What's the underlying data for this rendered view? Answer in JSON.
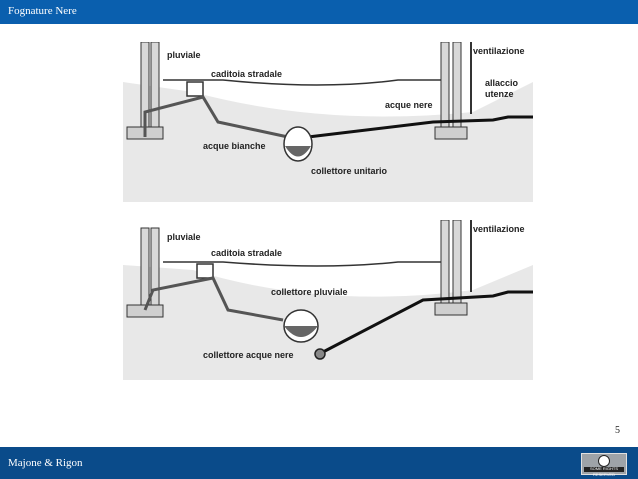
{
  "header": {
    "title": "Fognature Nere"
  },
  "diagram_top": {
    "labels": {
      "pluviale": "pluviale",
      "caditoia": "caditoia stradale",
      "ventilazione": "ventilazione",
      "allaccio1": "allaccio",
      "allaccio2": "utenze",
      "acque_nere": "acque nere",
      "acque_bianche": "acque bianche",
      "collettore": "collettore unitario"
    }
  },
  "diagram_bottom": {
    "labels": {
      "pluviale": "pluviale",
      "caditoia": "caditoia stradale",
      "ventilazione": "ventilazione",
      "collettore_pluviale": "collettore pluviale",
      "collettore_nere": "collettore acque nere"
    }
  },
  "page_number": "5",
  "footer": {
    "author": "Majone & Rigon",
    "license_text": "SOME RIGHTS RESERVED"
  },
  "colors": {
    "header": "#0a5fae",
    "footer": "#0a4b8a"
  }
}
